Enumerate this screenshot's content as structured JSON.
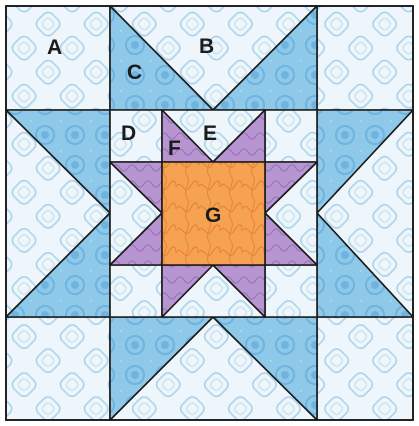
{
  "labels": {
    "a": "A",
    "b": "B",
    "c": "C",
    "d": "D",
    "e": "E",
    "f": "F",
    "g": "G"
  },
  "colors": {
    "background_print": "#e8f3fa",
    "print_line": "#a9d2ea",
    "blue": "#8fc9ea",
    "blue_motif": "#6fb4de",
    "purple": "#b795d0",
    "purple_motif": "#9a74bb",
    "orange": "#f5a352",
    "orange_motif": "#e9823a",
    "outline": "#1a1a1a"
  }
}
